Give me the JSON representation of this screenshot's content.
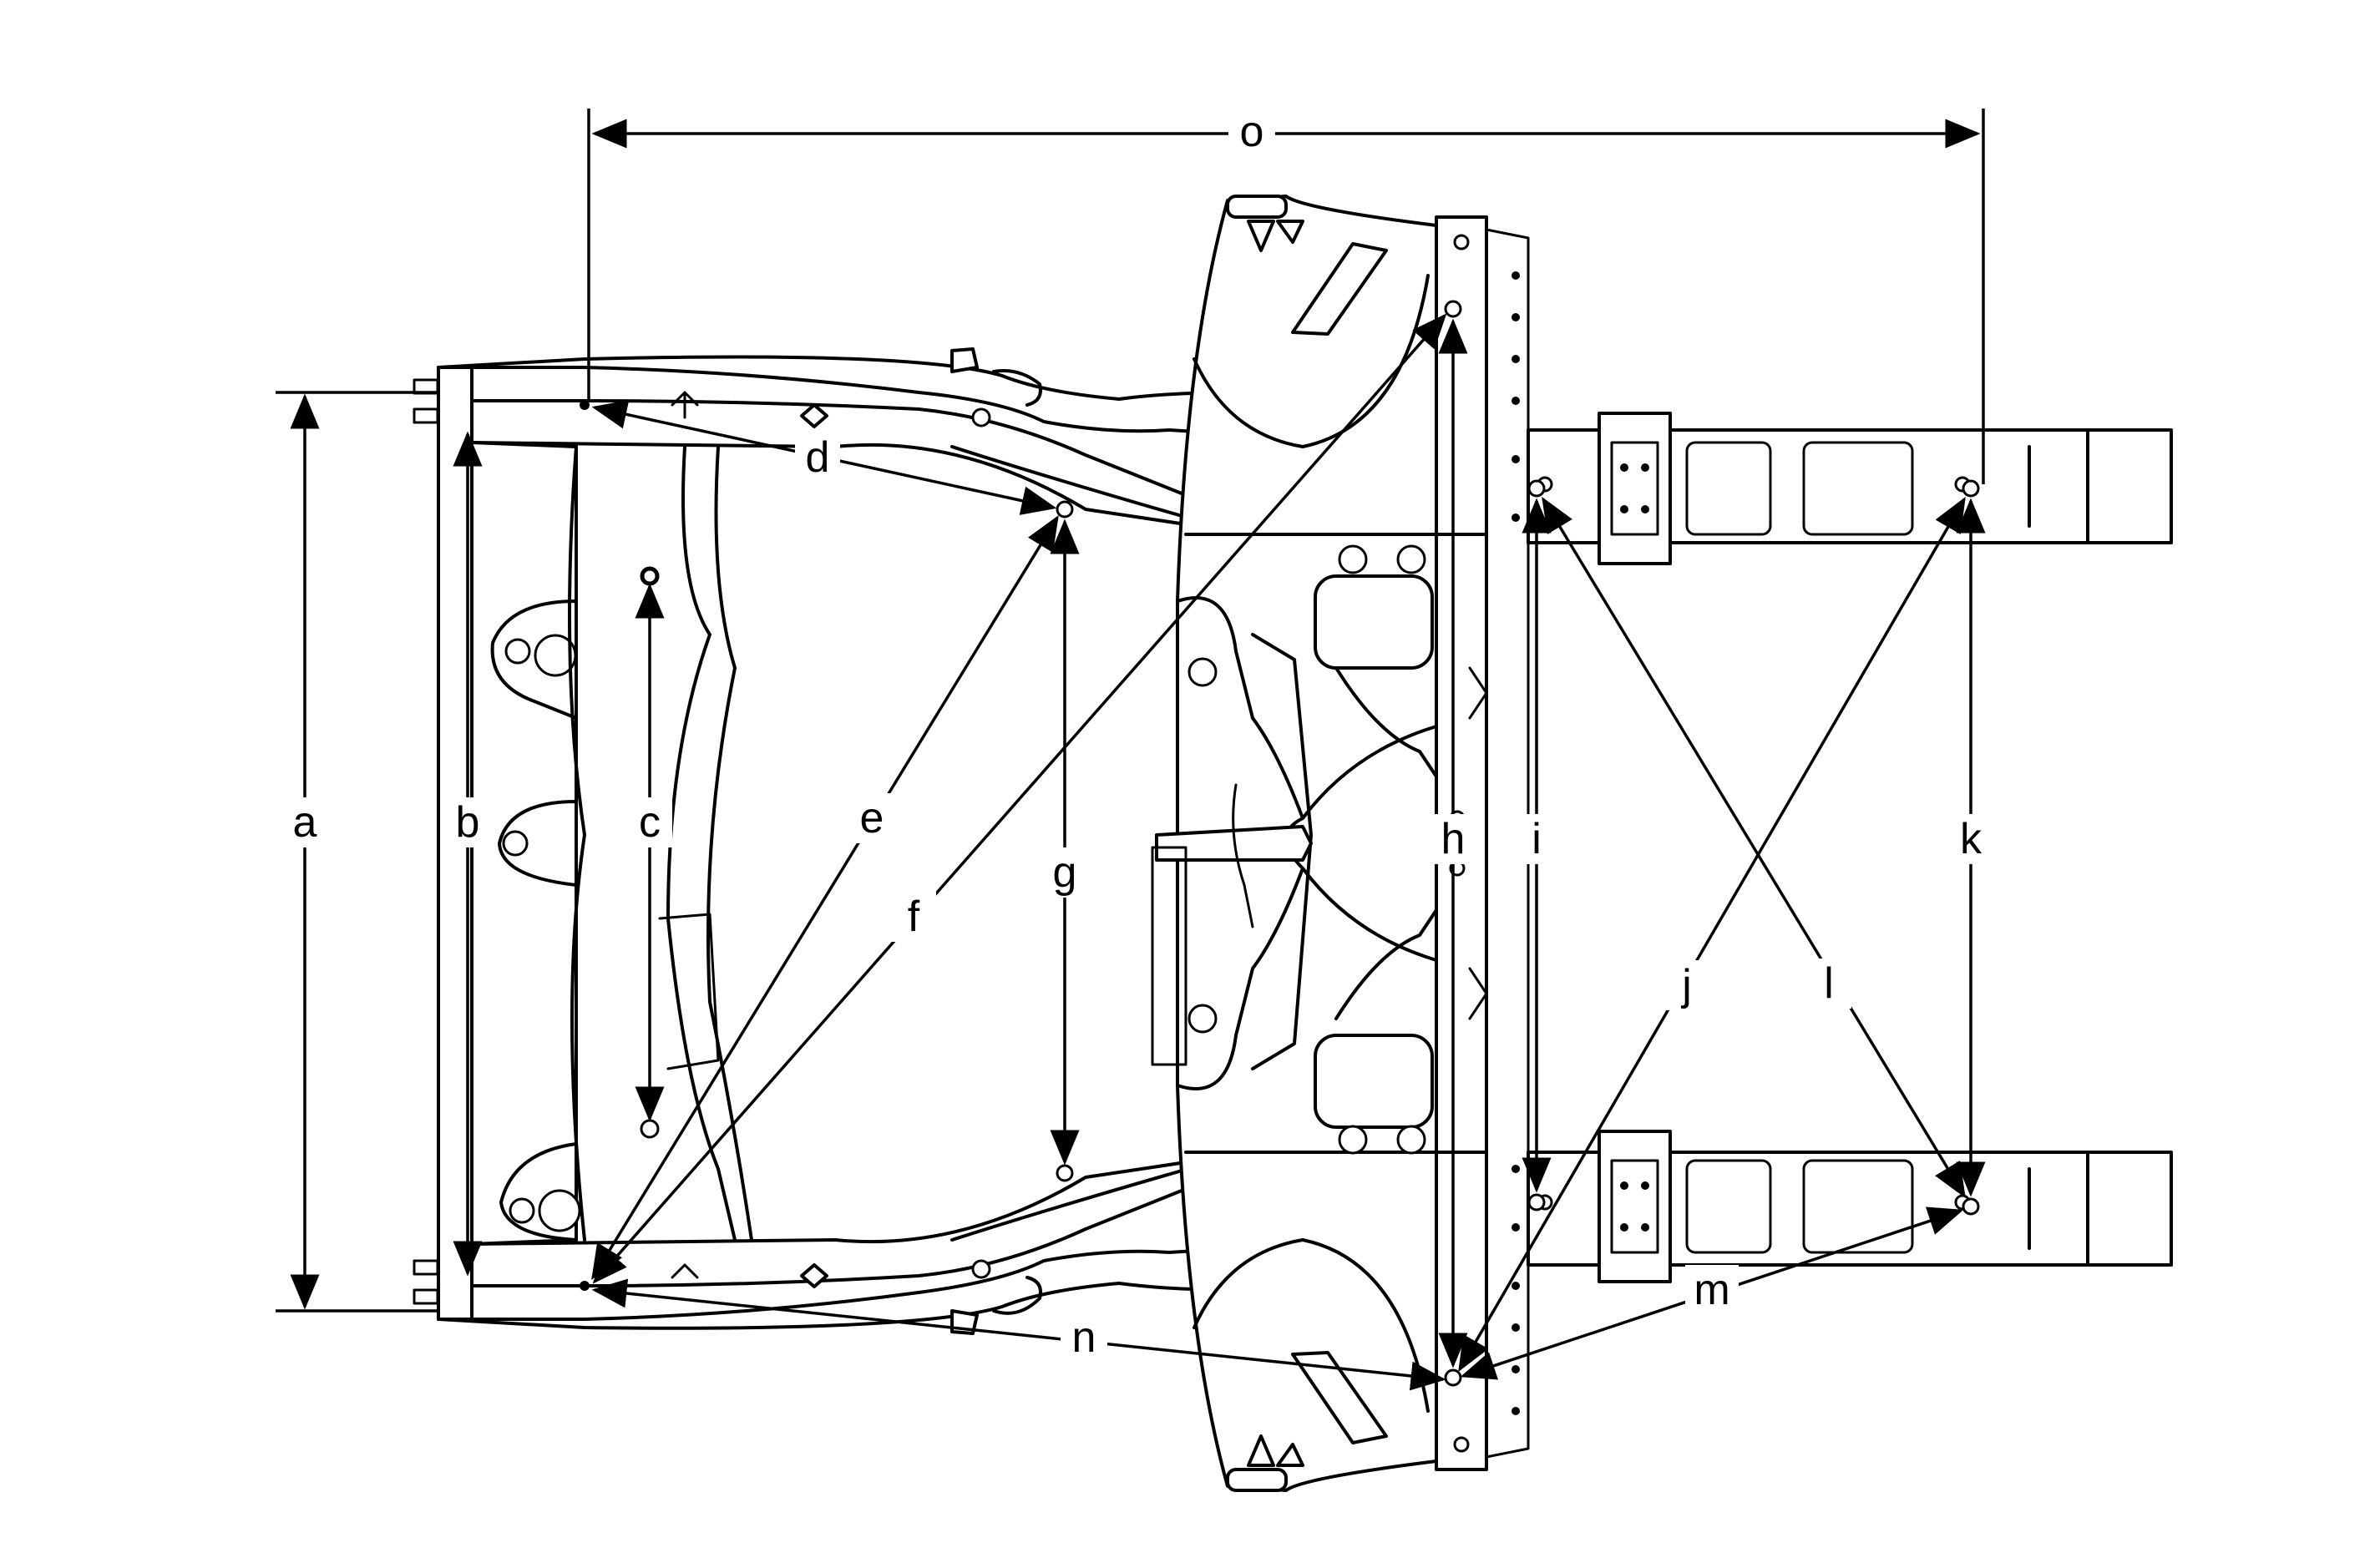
{
  "labels": {
    "a": "a",
    "b": "b",
    "c": "c",
    "d": "d",
    "e": "e",
    "f": "f",
    "g": "g",
    "h": "h",
    "i": "i",
    "j": "j",
    "k": "k",
    "l": "l",
    "m": "m",
    "n": "n",
    "o": "o"
  },
  "colors": {
    "line": "#000000",
    "background": "#ffffff"
  }
}
